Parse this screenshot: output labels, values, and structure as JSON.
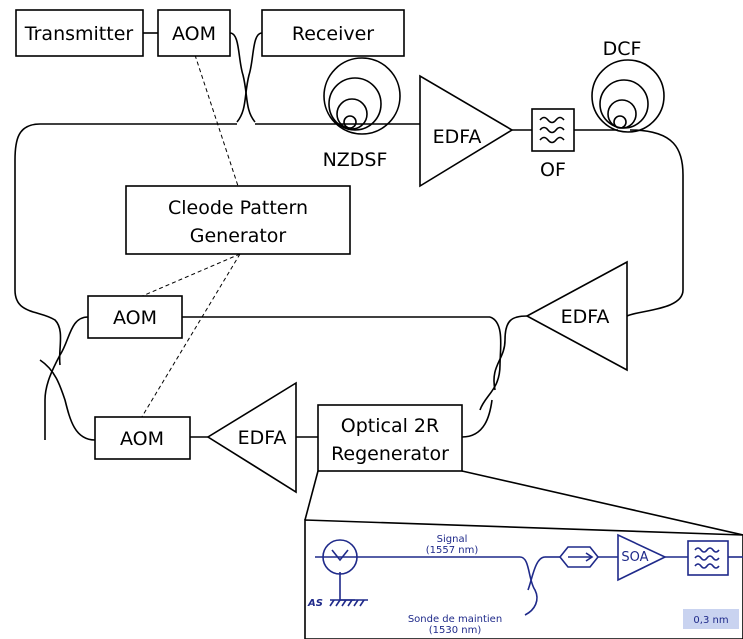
{
  "blocks": {
    "transmitter": "Transmitter",
    "aom_top": "AOM",
    "receiver": "Receiver",
    "nzdsf": "NZDSF",
    "edfa_top": "EDFA",
    "of": "OF",
    "dcf": "DCF",
    "pattern_gen_line1": "Cleode Pattern",
    "pattern_gen_line2": "Generator",
    "aom_mid": "AOM",
    "edfa_right": "EDFA",
    "aom_bottom": "AOM",
    "edfa_bottom": "EDFA",
    "regen_line1": "Optical 2R",
    "regen_line2": "Regenerator"
  },
  "inset": {
    "signal_line1": "Signal",
    "signal_line2": "(1557 nm)",
    "as_label": "AS",
    "probe_line1": "Sonde de maintien",
    "probe_line2": "(1530 nm)",
    "soa": "SOA",
    "filter_bw": "0,3 nm"
  },
  "colors": {
    "line": "#000000",
    "inset_line": "#1f2a8a",
    "filter_badge": "#c9d3f0"
  }
}
